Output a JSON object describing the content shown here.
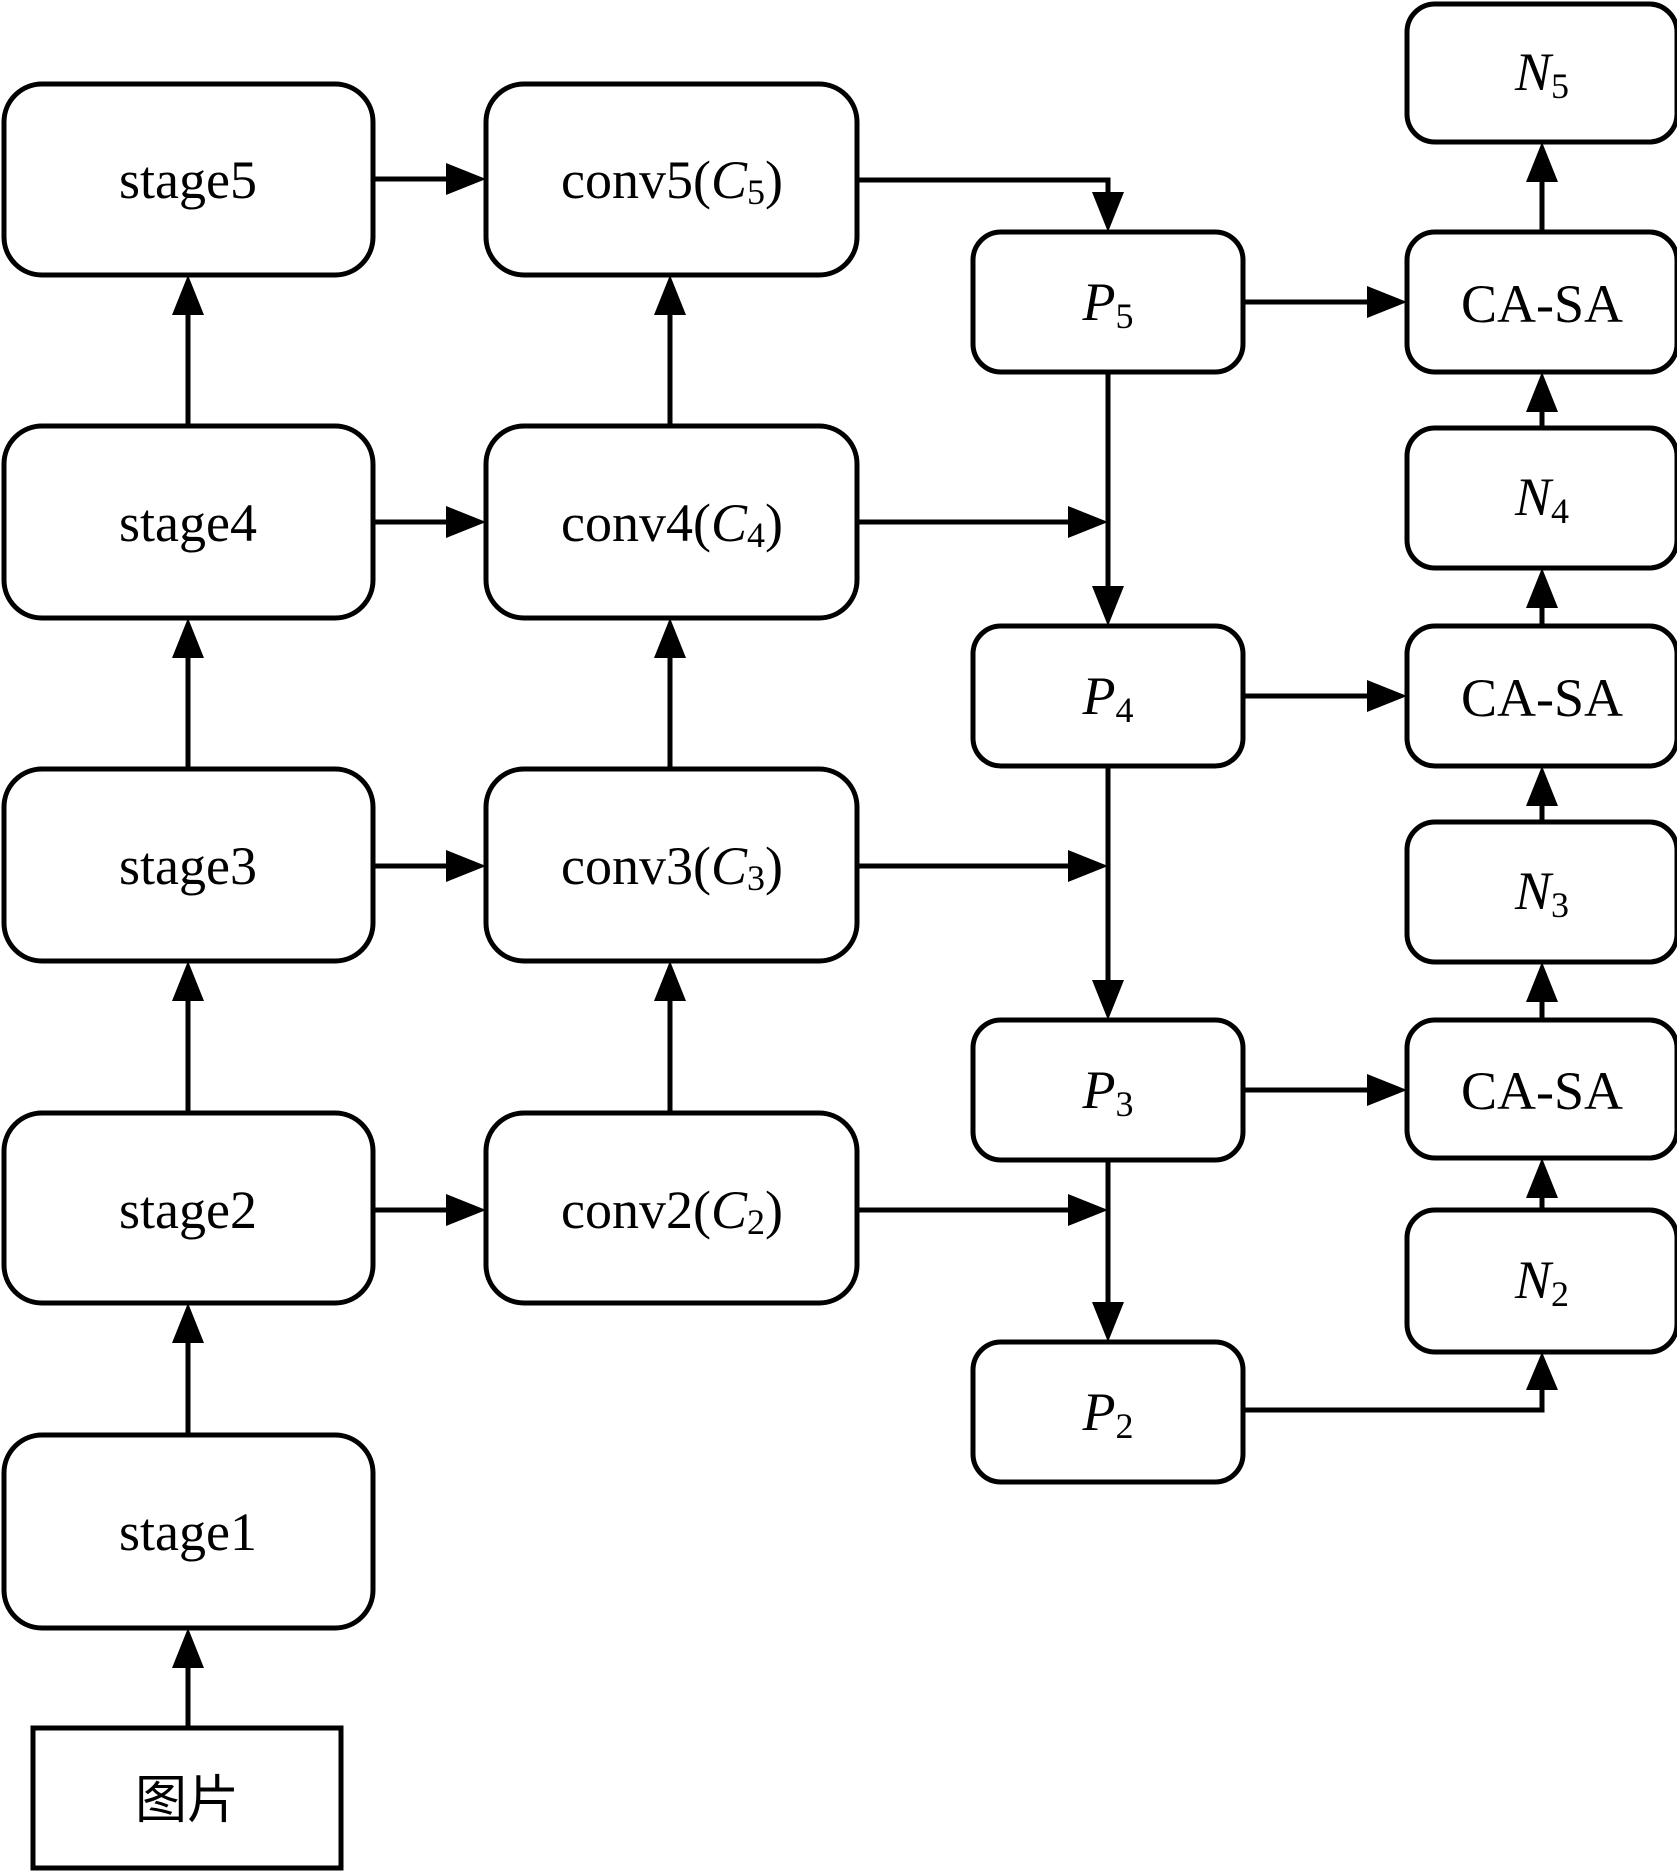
{
  "diagram": {
    "input": "图片",
    "stages": [
      "stage1",
      "stage2",
      "stage3",
      "stage4",
      "stage5"
    ],
    "convs": [
      {
        "name": "conv2(",
        "symbol": "C",
        "sub": "2",
        "close": ")"
      },
      {
        "name": "conv3(",
        "symbol": "C",
        "sub": "3",
        "close": ")"
      },
      {
        "name": "conv4(",
        "symbol": "C",
        "sub": "4",
        "close": ")"
      },
      {
        "name": "conv5(",
        "symbol": "C",
        "sub": "5",
        "close": ")"
      }
    ],
    "pyramid": [
      {
        "symbol": "P",
        "sub": "5"
      },
      {
        "symbol": "P",
        "sub": "4"
      },
      {
        "symbol": "P",
        "sub": "3"
      },
      {
        "symbol": "P",
        "sub": "2"
      }
    ],
    "outputs": [
      {
        "symbol": "N",
        "sub": "5"
      },
      {
        "symbol": "N",
        "sub": "4"
      },
      {
        "symbol": "N",
        "sub": "3"
      },
      {
        "symbol": "N",
        "sub": "2"
      }
    ],
    "attention": [
      "CA-SA",
      "CA-SA",
      "CA-SA"
    ]
  }
}
